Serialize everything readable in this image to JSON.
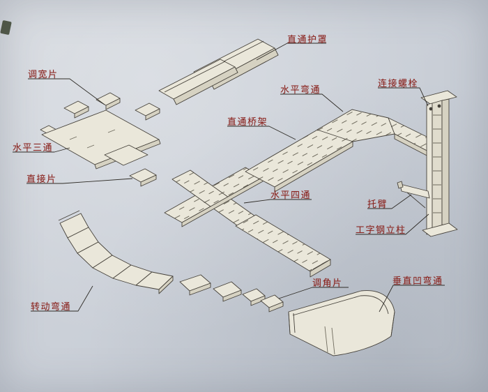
{
  "diagram": {
    "type": "isometric-technical-diagram",
    "subject": "cable-tray-bridge-assembly",
    "labels": [
      {
        "id": "straight-cover",
        "text": "直通护罩"
      },
      {
        "id": "width-adjuster",
        "text": "调宽片"
      },
      {
        "id": "horizontal-bend",
        "text": "水平弯通"
      },
      {
        "id": "connecting-bolt",
        "text": "连接螺栓"
      },
      {
        "id": "straight-tray",
        "text": "直通桥架"
      },
      {
        "id": "horizontal-tee",
        "text": "水平三通"
      },
      {
        "id": "connector-plate",
        "text": "直接片"
      },
      {
        "id": "horizontal-cross",
        "text": "水平四通"
      },
      {
        "id": "bracket-arm",
        "text": "托臂"
      },
      {
        "id": "ibeam-column",
        "text": "工字钢立柱"
      },
      {
        "id": "angle-adjuster",
        "text": "调角片"
      },
      {
        "id": "vertical-concave-bend",
        "text": "垂直凹弯通"
      },
      {
        "id": "rotating-bend",
        "text": "转动弯通"
      }
    ],
    "colors": {
      "label_text": "#8a231e",
      "leader_line": "#2e2b26",
      "paper_fill": "#eae7da",
      "side_fill": "#d6d2c2",
      "background": "#ccd1d8"
    }
  }
}
